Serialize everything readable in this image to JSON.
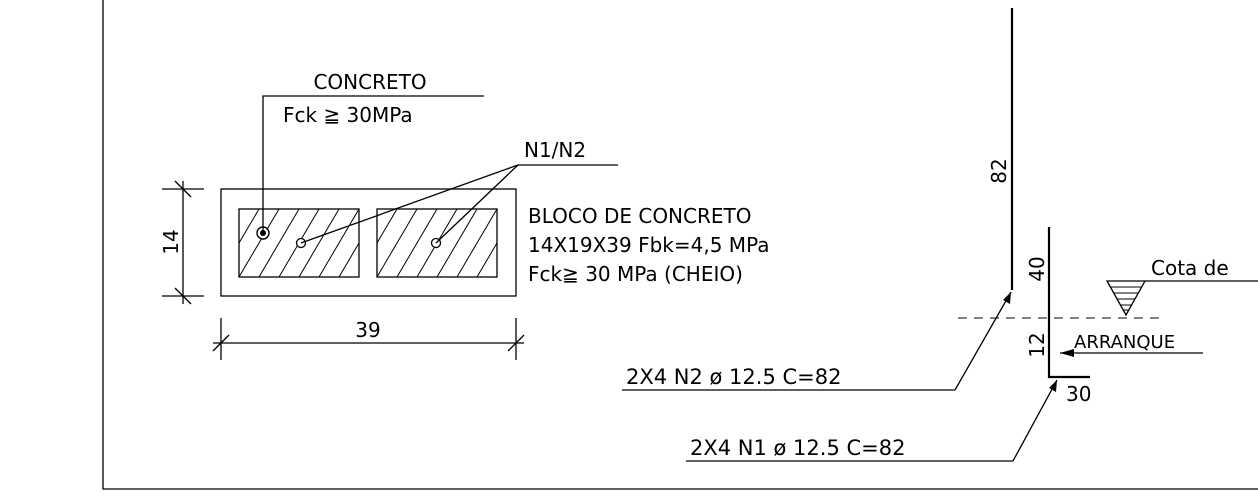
{
  "block_note": {
    "concrete_title": "CONCRETO",
    "concrete_fck": "Fck ≧ 30MPa",
    "bars_label": "N1/N2",
    "block_title": "BLOCO DE CONCRETO",
    "block_spec": "14X19X39 Fbk=4,5 MPa",
    "block_fill": "Fck≧ 30 MPa (CHEIO)",
    "dim_height": "14",
    "dim_width": "39"
  },
  "rebar_detail": {
    "dim_82": "82",
    "dim_40": "40",
    "dim_12": "12",
    "dim_30": "30",
    "level_label": "Cota de",
    "arranque_label": "ARRANQUE",
    "n2_label": "2X4  N2  ø  12.5  C=82",
    "n1_label": "2X4  N1  ø  12.5  C=82"
  }
}
